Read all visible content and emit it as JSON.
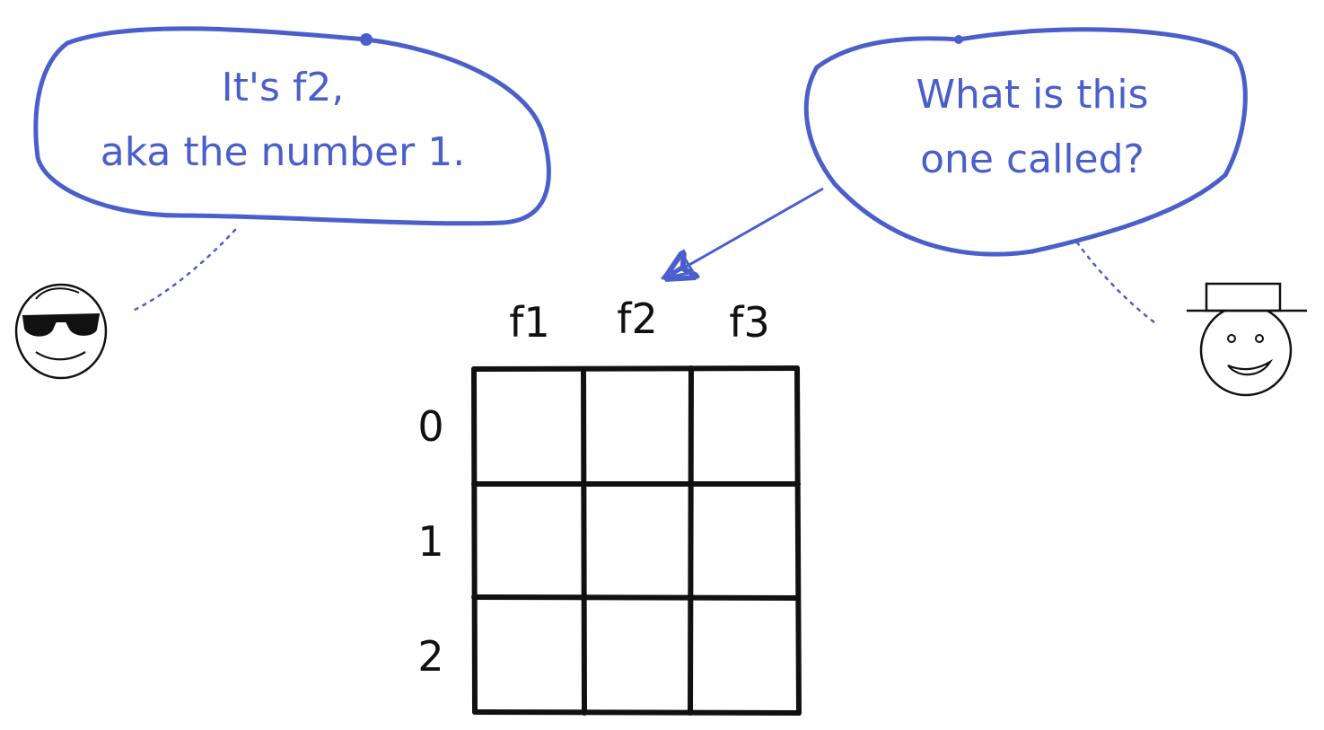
{
  "left_bubble": {
    "line1": "It's f2,",
    "line2": "aka the number 1."
  },
  "right_bubble": {
    "line1": "What is this",
    "line2": "one called?"
  },
  "grid": {
    "columns": [
      "f1",
      "f2",
      "f3"
    ],
    "rows": [
      "0",
      "1",
      "2"
    ]
  },
  "colors": {
    "bubble": "#4a5fcb",
    "ink": "#111111"
  }
}
